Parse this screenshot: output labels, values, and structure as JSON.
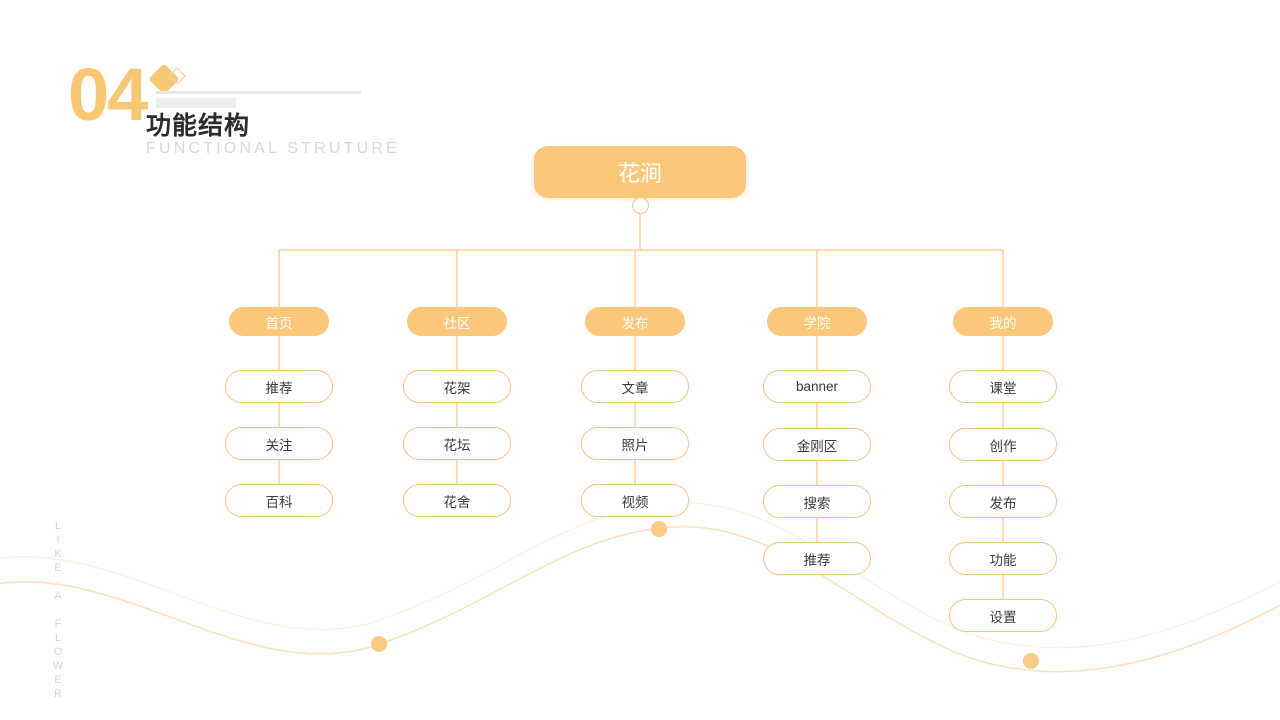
{
  "header": {
    "number": "04",
    "title": "功能结构",
    "subtitle": "FUNCTIONAL STRUTURE"
  },
  "side_text": "LIKE A FLOWER",
  "colors": {
    "accent": "#fbc77b",
    "node_border": "#f5c57e",
    "text_dark": "#2b2b2b",
    "subtitle_gray": "#d8d8d8"
  },
  "diagram": {
    "type": "org-tree",
    "root": {
      "label": "花涧"
    },
    "branches": [
      {
        "label": "首页",
        "children": [
          {
            "label": "推荐"
          },
          {
            "label": "关注"
          },
          {
            "label": "百科"
          }
        ]
      },
      {
        "label": "社区",
        "children": [
          {
            "label": "花架"
          },
          {
            "label": "花坛"
          },
          {
            "label": "花舍"
          }
        ]
      },
      {
        "label": "发布",
        "children": [
          {
            "label": "文章"
          },
          {
            "label": "照片"
          },
          {
            "label": "视频"
          }
        ]
      },
      {
        "label": "学院",
        "children": [
          {
            "label": "banner"
          },
          {
            "label": "金刚区"
          },
          {
            "label": "搜索"
          },
          {
            "label": "推荐"
          }
        ]
      },
      {
        "label": "我的",
        "children": [
          {
            "label": "课堂"
          },
          {
            "label": "创作"
          },
          {
            "label": "发布"
          },
          {
            "label": "功能"
          },
          {
            "label": "设置"
          }
        ]
      }
    ]
  }
}
